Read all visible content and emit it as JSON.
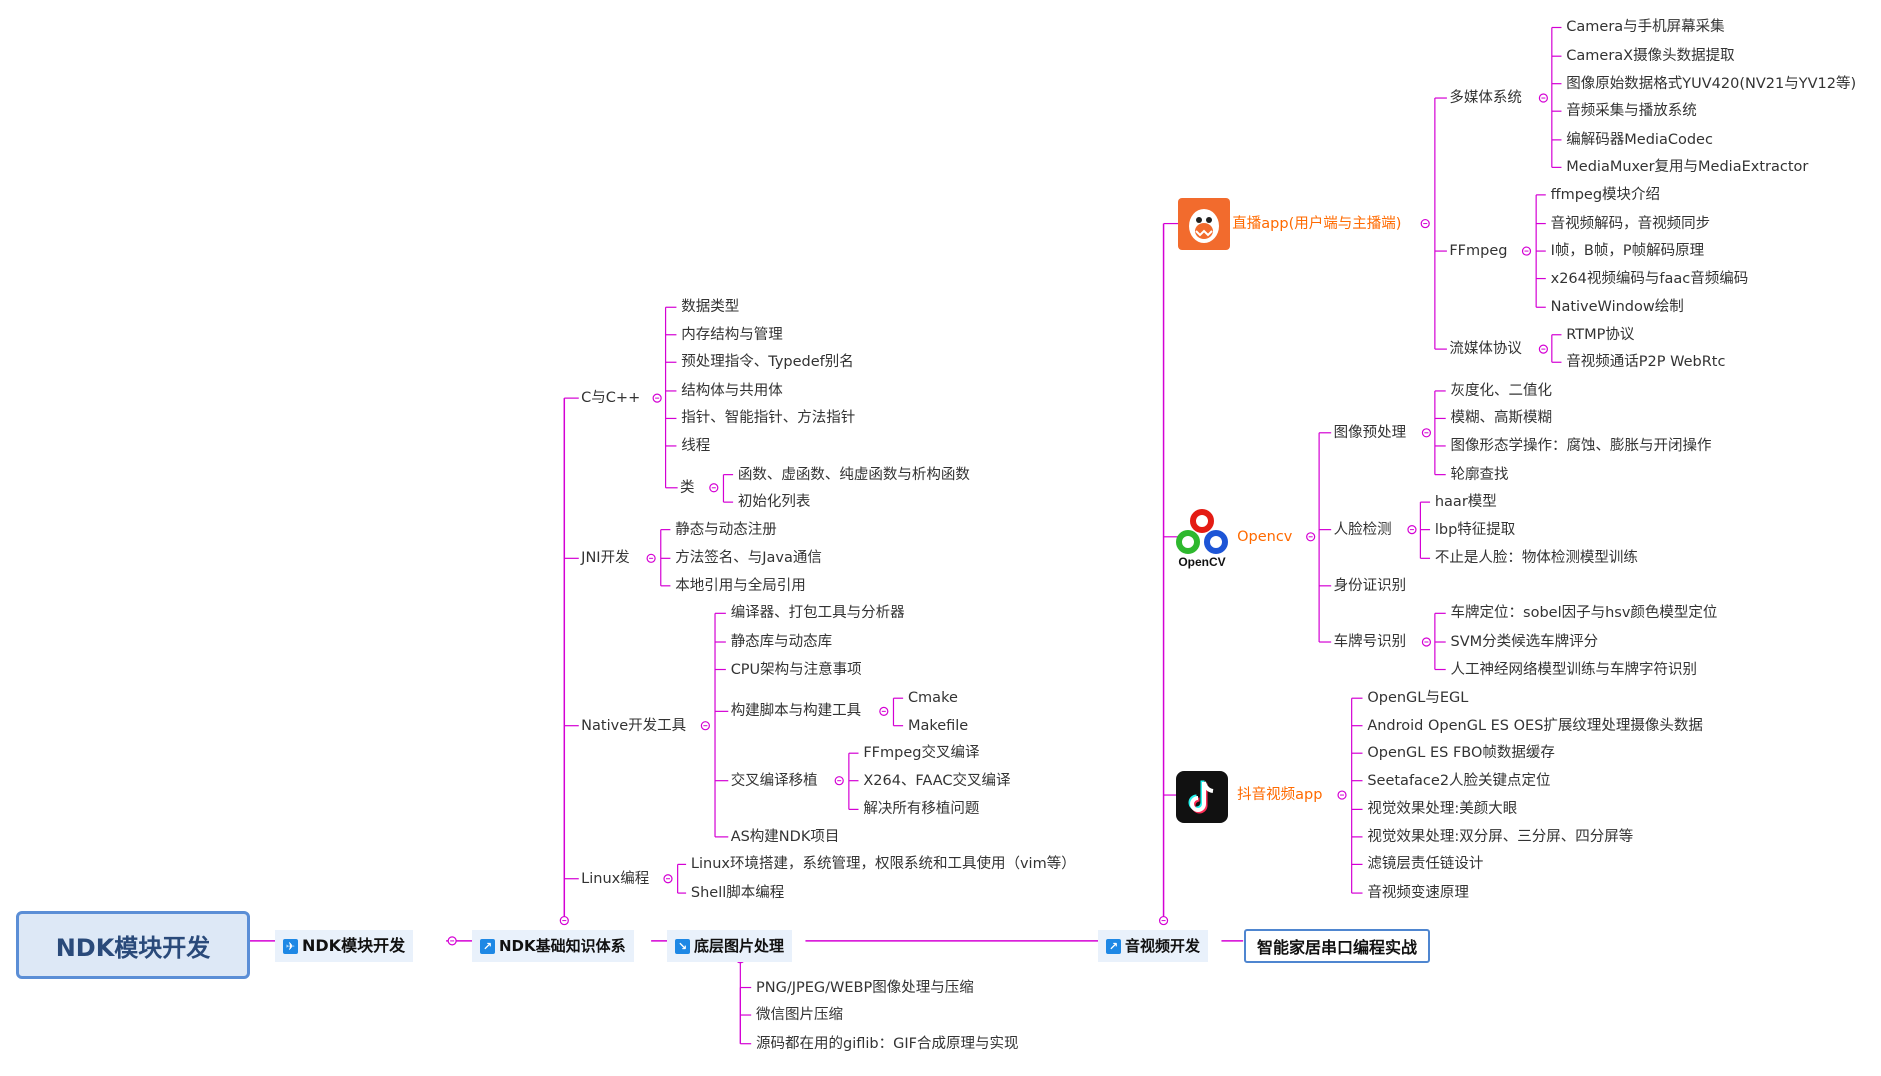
{
  "root": {
    "label": "NDK模块开发"
  },
  "main": {
    "ndk_dev": "NDK模块开发",
    "ndk_basic": "NDK基础知识体系",
    "image_processing": "底层图片处理",
    "av_dev": "音视频开发",
    "smart_home": "智能家居串口编程实战"
  },
  "cpp": {
    "label": "C与C++",
    "items": [
      "数据类型",
      "内存结构与管理",
      "预处理指令、Typedef别名",
      "结构体与共用体",
      "指针、智能指针、方法指针",
      "线程"
    ],
    "class_label": "类",
    "class_items": [
      "函数、虚函数、纯虚函数与析构函数",
      "初始化列表"
    ]
  },
  "jni": {
    "label": "JNI开发",
    "items": [
      "静态与动态注册",
      "方法签名、与Java通信",
      "本地引用与全局引用"
    ]
  },
  "native_tools": {
    "label": "Native开发工具",
    "items_top": [
      "编译器、打包工具与分析器",
      "静态库与动态库",
      "CPU架构与注意事项"
    ],
    "build_label": "构建脚本与构建工具",
    "build_items": [
      "Cmake",
      "Makefile"
    ],
    "cross_label": "交叉编译移植",
    "cross_items": [
      "FFmpeg交叉编译",
      "X264、FAAC交叉编译",
      "解决所有移植问题"
    ],
    "as_ndk": "AS构建NDK项目"
  },
  "linux": {
    "label": "Linux编程",
    "items": [
      "Linux环境搭建，系统管理，权限系统和工具使用（vim等）",
      "Shell脚本编程"
    ]
  },
  "image": {
    "items": [
      "PNG/JPEG/WEBP图像处理与压缩",
      "微信图片压缩",
      "源码都在用的giflib：GIF合成原理与实现"
    ]
  },
  "live": {
    "label": "直播app(用户端与主播端)",
    "multimedia_label": "多媒体系统",
    "multimedia_items": [
      "Camera与手机屏幕采集",
      "CameraX摄像头数据提取",
      "图像原始数据格式YUV420(NV21与YV12等)",
      "音频采集与播放系统",
      "编解码器MediaCodec",
      "MediaMuxer复用与MediaExtractor"
    ],
    "ffmpeg_label": "FFmpeg",
    "ffmpeg_items": [
      "ffmpeg模块介绍",
      "音视频解码，音视频同步",
      "I帧，B帧，P帧解码原理",
      "x264视频编码与faac音频编码",
      "NativeWindow绘制"
    ],
    "stream_label": "流媒体协议",
    "stream_items": [
      "RTMP协议",
      "音视频通话P2P WebRtc"
    ]
  },
  "opencv": {
    "label": "Opencv",
    "logo_text": "OpenCV",
    "preprocess_label": "图像预处理",
    "preprocess_items": [
      "灰度化、二值化",
      "模糊、高斯模糊",
      "图像形态学操作：腐蚀、膨胀与开闭操作",
      "轮廓查找"
    ],
    "face_label": "人脸检测",
    "face_items": [
      "haar模型",
      "lbp特征提取",
      "不止是人脸：物体检测模型训练"
    ],
    "id_label": "身份证识别",
    "plate_label": "车牌号识别",
    "plate_items": [
      "车牌定位：sobel因子与hsv颜色模型定位",
      "SVM分类候选车牌评分",
      "人工神经网络模型训练与车牌字符识别"
    ]
  },
  "douyin": {
    "label": "抖音视频app",
    "items": [
      "OpenGL与EGL",
      "Android OpenGL ES OES扩展纹理处理摄像头数据",
      "OpenGL ES FBO帧数据缓存",
      "Seetaface2人脸关键点定位",
      "视觉效果处理:美颜大眼",
      "视觉效果处理:双分屏、三分屏、四分屏等",
      "滤镜层责任链设计",
      "音视频变速原理"
    ]
  },
  "icons": {
    "ndk_dev": "plane-icon",
    "ndk_basic": "arrow-up-right-icon",
    "image_processing": "arrow-down-right-icon",
    "av_dev": "arrow-up-right-icon",
    "live": "shark-app-icon",
    "opencv": "opencv-logo-icon",
    "douyin": "tiktok-icon"
  },
  "colors": {
    "branch": "#d400d4",
    "main_line": "#d400d4",
    "root_border": "#5b8ed6",
    "orange": "#ff6a00",
    "mid_bg": "#e9f1fb"
  }
}
